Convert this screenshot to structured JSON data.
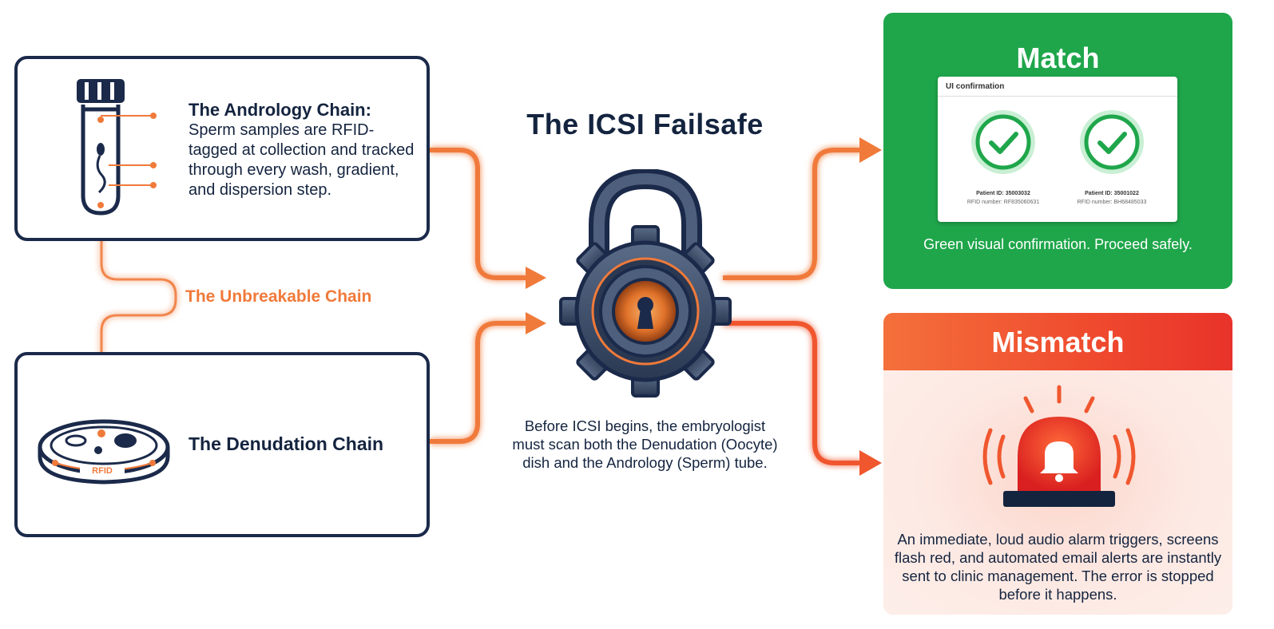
{
  "colors": {
    "navy": "#1b2a4a",
    "orange": "#f07a3a",
    "green": "#1fa64b",
    "red": "#e8332a"
  },
  "andrology": {
    "title": "The Andrology Chain:",
    "desc": "Sperm samples are RFID-tagged at collection and tracked through every wash, gradient, and dispersion step.",
    "icon": "test-tube-icon"
  },
  "chain_label": "The Unbreakable Chain",
  "denudation": {
    "title": "The Denudation Chain",
    "dish_label": "RFID",
    "icon": "petri-dish-icon"
  },
  "center": {
    "title": "The ICSI Failsafe",
    "icon": "gear-padlock-icon",
    "desc": "Before ICSI begins, the embryologist must scan both the Denudation (Oocyte) dish and the Andrology (Sperm) tube."
  },
  "match": {
    "title": "Match",
    "card_title": "UI confirmation",
    "left": {
      "patient_id": "Patient ID: 35003032",
      "rfid": "RFID number: RF835060631"
    },
    "right": {
      "patient_id": "Patient ID: 35001022",
      "rfid": "RFID number: BH68485033"
    },
    "desc": "Green visual confirmation. Proceed safely."
  },
  "mismatch": {
    "title": "Mismatch",
    "icon": "alarm-bell-icon",
    "desc": "An immediate, loud audio alarm triggers, screens flash red, and automated email alerts are instantly sent to clinic management. The error is stopped before it happens."
  }
}
